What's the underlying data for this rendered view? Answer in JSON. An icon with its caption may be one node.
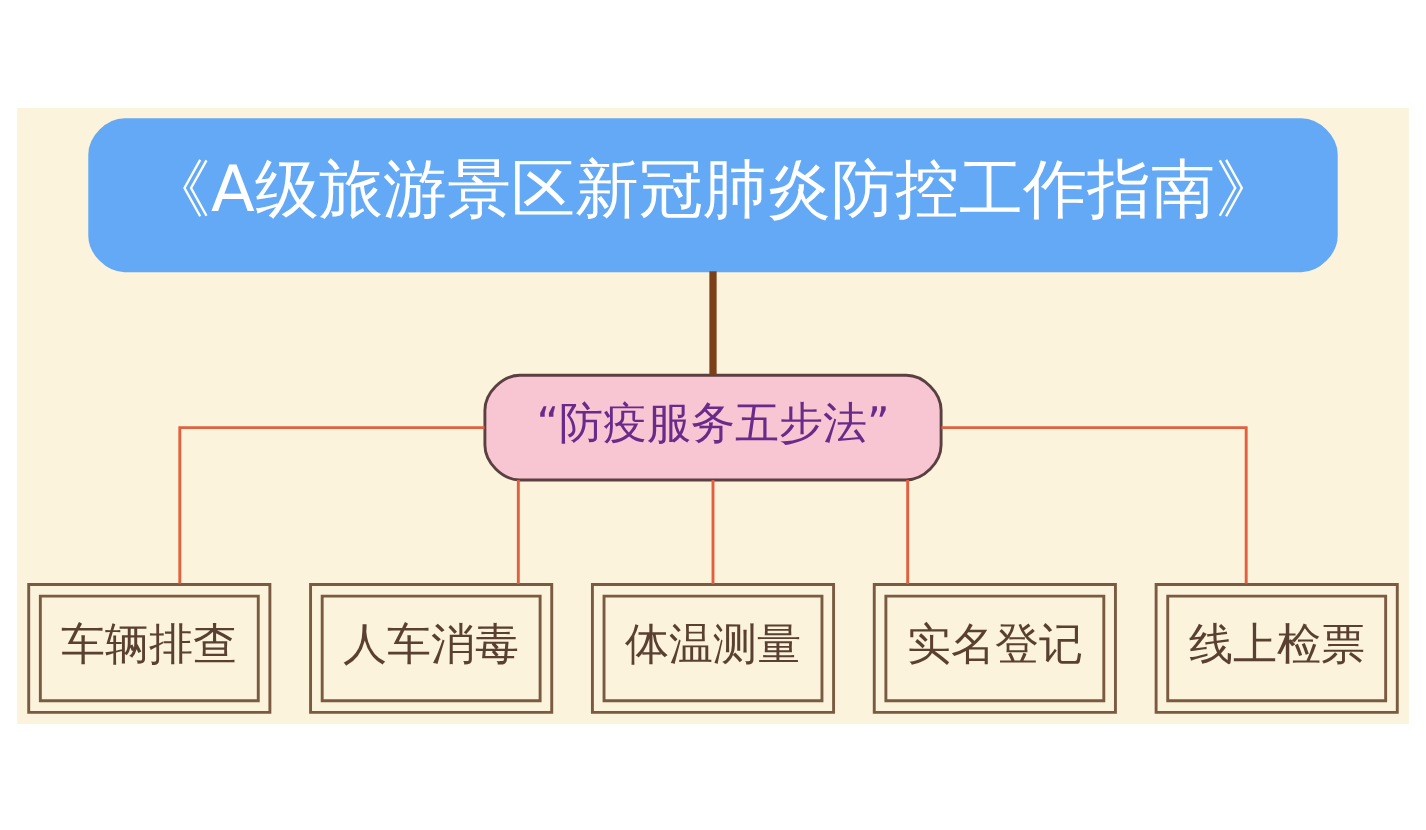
{
  "diagram": {
    "nodes": [
      {
        "text": [
          "《A级旅游景区新冠肺炎防控工作指南》"
        ]
      },
      {
        "text": [
          "“防疫服务五步法”"
        ]
      },
      {
        "text": [
          "车辆排查"
        ]
      },
      {
        "text": [
          "人车消毒"
        ]
      },
      {
        "text": [
          "体温测量"
        ]
      },
      {
        "text": [
          "实名登记"
        ]
      },
      {
        "text": [
          "线上检票"
        ]
      }
    ],
    "edges": [
      {
        "from": 0,
        "to": 1,
        "arrow": "none",
        "style": "thick",
        "color": "#7b3f1a"
      },
      {
        "from": 1,
        "to": 2,
        "arrow": "none"
      },
      {
        "from": 1,
        "to": 3,
        "arrow": "none"
      },
      {
        "from": 1,
        "to": 4,
        "arrow": "none"
      },
      {
        "from": 1,
        "to": 5,
        "arrow": "none"
      },
      {
        "from": 1,
        "to": 6,
        "arrow": "none"
      }
    ]
  }
}
